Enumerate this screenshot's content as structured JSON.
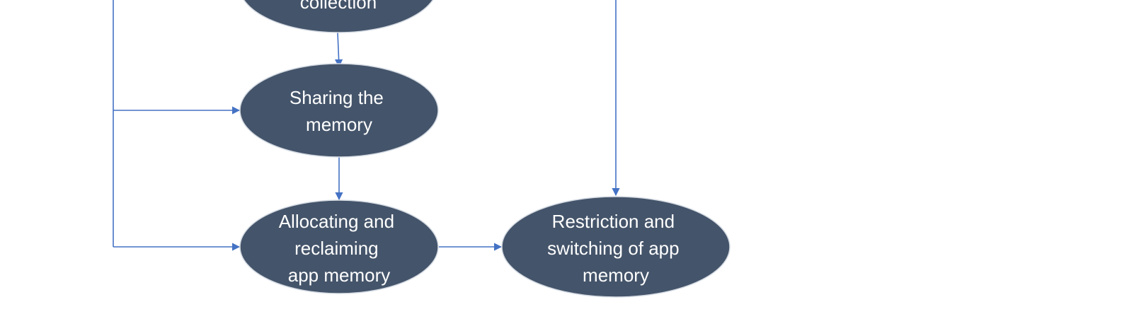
{
  "colors": {
    "node_fill": "#44546a",
    "node_text": "#ffffff",
    "connector": "#4472c4",
    "background": "#ffffff"
  },
  "nodes": {
    "garbage_collection": {
      "lines": [
        "collection"
      ]
    },
    "sharing_memory": {
      "lines": [
        "Sharing the",
        "memory"
      ]
    },
    "allocating_memory": {
      "lines": [
        "Allocating and",
        "reclaiming",
        "app memory"
      ]
    },
    "restriction_switching": {
      "lines": [
        "Restriction and",
        "switching of app",
        "memory"
      ]
    }
  }
}
